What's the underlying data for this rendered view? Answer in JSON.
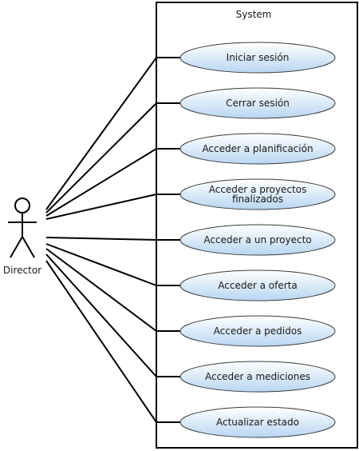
{
  "system": {
    "title": "System"
  },
  "actor": {
    "name": "Director"
  },
  "use_cases": [
    {
      "lines": [
        "Iniciar sesión"
      ]
    },
    {
      "lines": [
        "Cerrar sesión"
      ]
    },
    {
      "lines": [
        "Acceder a planificación"
      ]
    },
    {
      "lines": [
        "Acceder a proyectos",
        "finalizados"
      ]
    },
    {
      "lines": [
        "Acceder a un proyecto"
      ]
    },
    {
      "lines": [
        "Acceder a oferta"
      ]
    },
    {
      "lines": [
        "Acceder a pedidos"
      ]
    },
    {
      "lines": [
        "Acceder a mediciones"
      ]
    },
    {
      "lines": [
        "Actualizar estado"
      ]
    }
  ],
  "colors": {
    "ellipse_top": "#ffffff",
    "ellipse_bottom": "#b8d6f2",
    "line": "#000000"
  }
}
